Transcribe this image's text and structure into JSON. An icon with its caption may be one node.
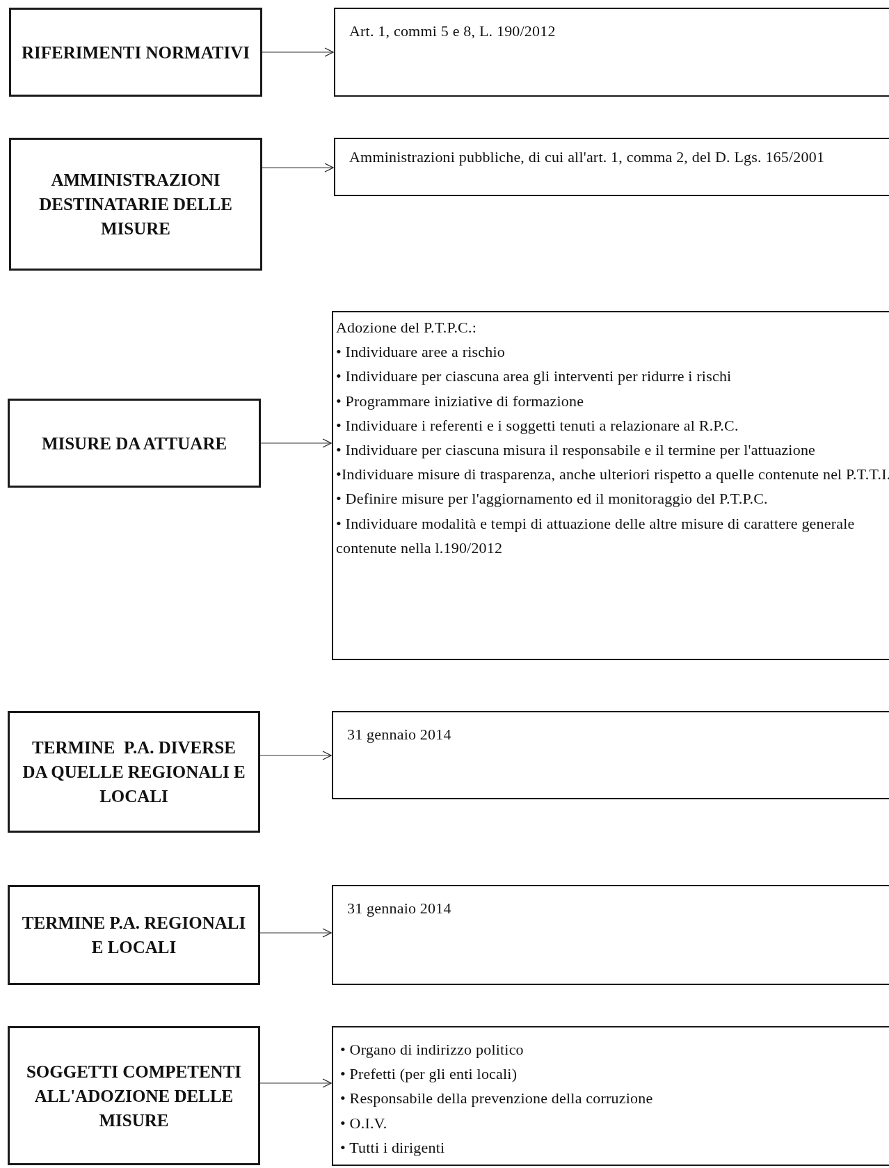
{
  "diagram": {
    "nodes": [
      {
        "text": [
          "RIFERIMENTI NORMATIVI"
        ]
      },
      {
        "text": [
          "Art. 1, commi 5 e 8, L. 190/2012"
        ]
      },
      {
        "text": [
          "AMMINISTRAZIONI DESTINATARIE DELLE MISURE"
        ]
      },
      {
        "text": [
          "Amministrazioni pubbliche, di cui all'art. 1, comma 2, del D. Lgs. 165/2001"
        ]
      },
      {
        "text": [
          "MISURE DA ATTUARE"
        ]
      },
      {
        "text": [
          "Adozione del P.T.P.C.:",
          "• Individuare aree a rischio",
          "• Individuare per ciascuna area gli interventi per ridurre i rischi",
          "• Programmare iniziative di formazione",
          "• Individuare i referenti e i soggetti tenuti a relazionare al R.P.C.",
          "• Individuare per ciascuna misura il responsabile e il termine per l'attuazione",
          "•Individuare misure di trasparenza, anche ulteriori rispetto a quelle contenute nel P.T.T.I.",
          "• Definire misure per l'aggiornamento ed il monitoraggio del P.T.P.C.",
          "• Individuare modalità e tempi di attuazione delle altre misure di carattere generale contenute nella l.190/2012"
        ]
      },
      {
        "text": [
          "TERMINE  P.A. DIVERSE DA QUELLE REGIONALI E LOCALI"
        ]
      },
      {
        "text": [
          "31 gennaio 2014"
        ]
      },
      {
        "text": [
          "TERMINE P.A. REGIONALI E LOCALI"
        ]
      },
      {
        "text": [
          "31 gennaio 2014"
        ]
      },
      {
        "text": [
          "SOGGETTI COMPETENTI ALL'ADOZIONE DELLE MISURE"
        ]
      },
      {
        "text": [
          "• Organo di indirizzo politico",
          "• Prefetti (per gli enti locali)",
          "• Responsabile della prevenzione della corruzione",
          "• O.I.V.",
          "• Tutti i dirigenti"
        ]
      }
    ],
    "edges": [
      {
        "from": 0,
        "to": 1,
        "arrow": "to"
      },
      {
        "from": 2,
        "to": 3,
        "arrow": "to"
      },
      {
        "from": 4,
        "to": 5,
        "arrow": "to"
      },
      {
        "from": 6,
        "to": 7,
        "arrow": "to"
      },
      {
        "from": 8,
        "to": 9,
        "arrow": "to"
      },
      {
        "from": 10,
        "to": 11,
        "arrow": "to"
      }
    ]
  }
}
